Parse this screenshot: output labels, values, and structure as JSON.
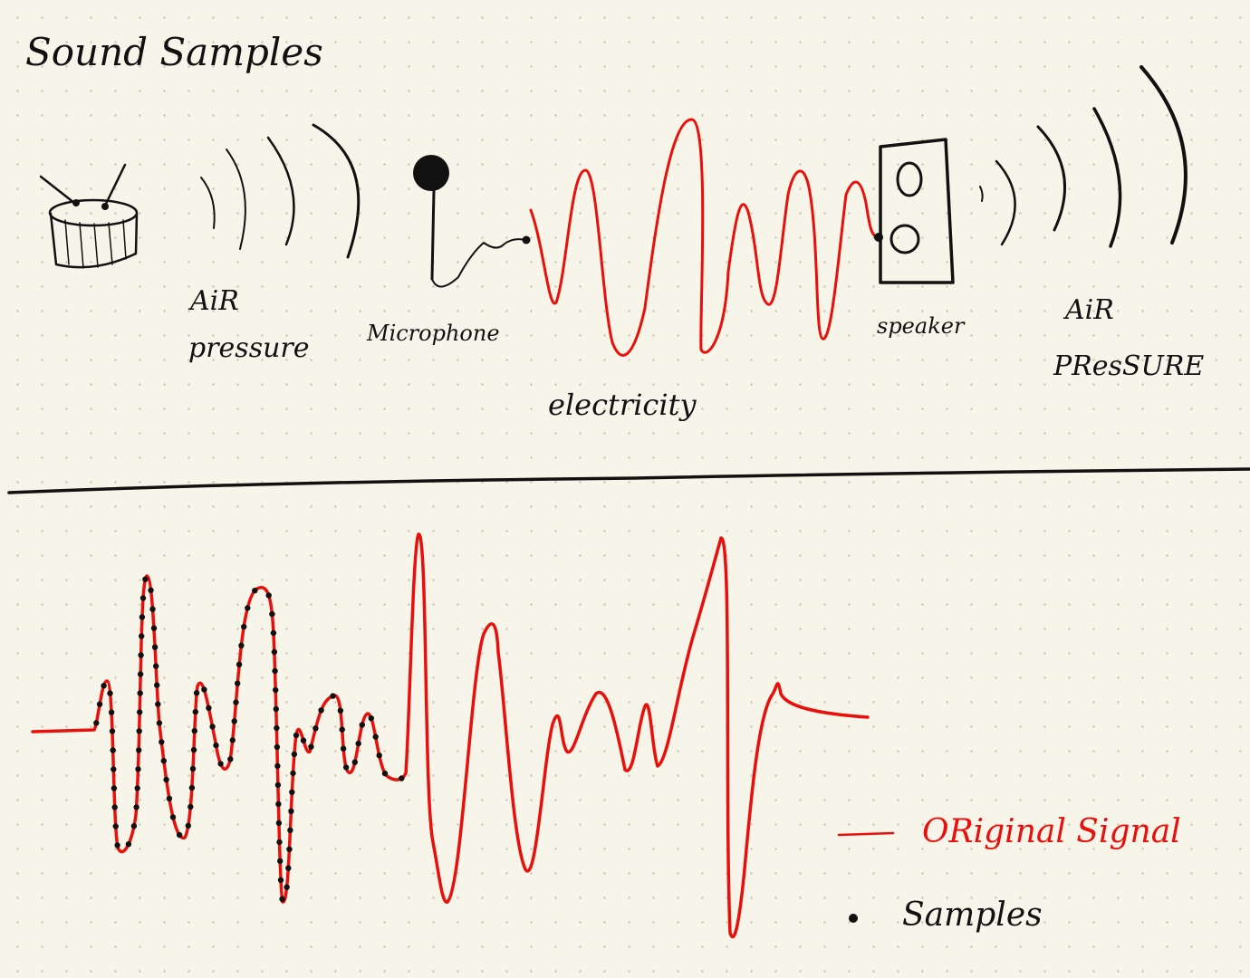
{
  "title": "Sound Samples",
  "pipeline": {
    "air_pressure_in": [
      "AiR",
      "pressure"
    ],
    "microphone": "Microphone",
    "electricity": "electricity",
    "speaker": "speaker",
    "air_pressure_out": [
      "AiR",
      "PResSURE"
    ]
  },
  "legend": {
    "original_signal": "ORiginal Signal",
    "samples": "Samples"
  },
  "colors": {
    "ink": "#111111",
    "signal": "#e8100a",
    "paper": "#f7f4ea"
  }
}
